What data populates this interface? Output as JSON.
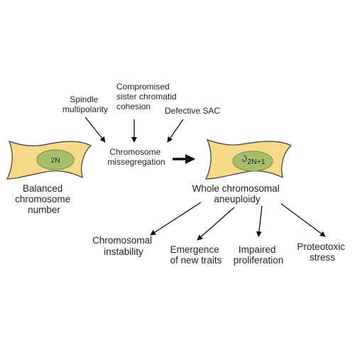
{
  "colors": {
    "cell_fill": "#f8d98a",
    "cell_stroke": "#3a3a3a",
    "nucleus_fill": "#a7bf6d",
    "nucleus_stroke": "#6f8c3f",
    "arrow": "#111111"
  },
  "left_cell": {
    "nucleus_label": "2N",
    "caption": [
      "Balanced",
      "chromosome",
      "number"
    ]
  },
  "causes": [
    {
      "lines": [
        "Spindle",
        "multipolarity"
      ]
    },
    {
      "lines": [
        "Compromised",
        "sister chromatid",
        "cohesion"
      ]
    },
    {
      "lines": [
        "Defective SAC"
      ]
    }
  ],
  "center_label": [
    "Chromosome",
    "missegregation"
  ],
  "right_cell": {
    "nucleus_label": "2N+1",
    "caption": [
      "Whole chromosomal",
      "aneuploidy"
    ]
  },
  "consequences": [
    {
      "lines": [
        "Chromosomal",
        "instability"
      ]
    },
    {
      "lines": [
        "Emergence",
        "of new traits"
      ]
    },
    {
      "lines": [
        "Impaired",
        "proliferation"
      ]
    },
    {
      "lines": [
        "Proteotoxic",
        "stress"
      ]
    }
  ]
}
